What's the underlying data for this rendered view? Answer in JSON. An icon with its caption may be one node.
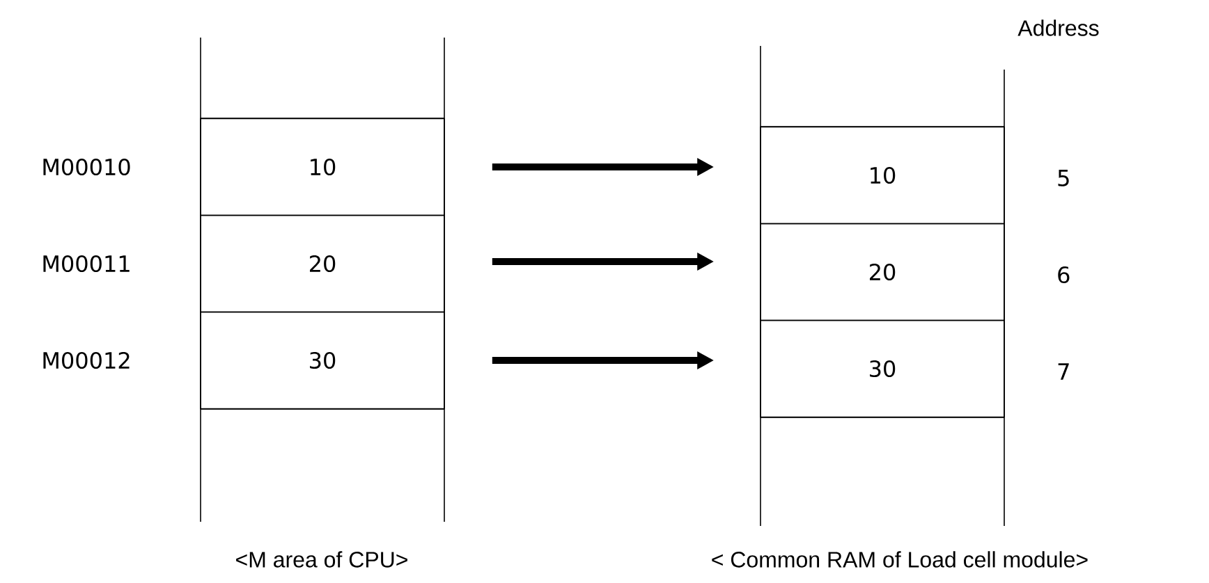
{
  "diagram": {
    "nodes": [
      {
        "text": [
          "10"
        ],
        "beside": [
          "M00010"
        ]
      },
      {
        "text": [
          "20"
        ],
        "beside": [
          "M00011"
        ]
      },
      {
        "text": [
          "30"
        ],
        "beside": [
          "M00012"
        ]
      },
      {
        "text": [
          "10"
        ],
        "beside": [
          "5"
        ]
      },
      {
        "text": [
          "20"
        ],
        "beside": [
          "6"
        ]
      },
      {
        "text": [
          "30"
        ],
        "beside": [
          "7"
        ]
      }
    ],
    "edges": [
      {
        "from": 0,
        "to": 3,
        "arrow": "to"
      },
      {
        "from": 1,
        "to": 4,
        "arrow": "to"
      },
      {
        "from": 2,
        "to": 5,
        "arrow": "to"
      }
    ],
    "labels": [
      "Address",
      "<M area of CPU>",
      "< Common RAM of Load cell module>"
    ]
  }
}
